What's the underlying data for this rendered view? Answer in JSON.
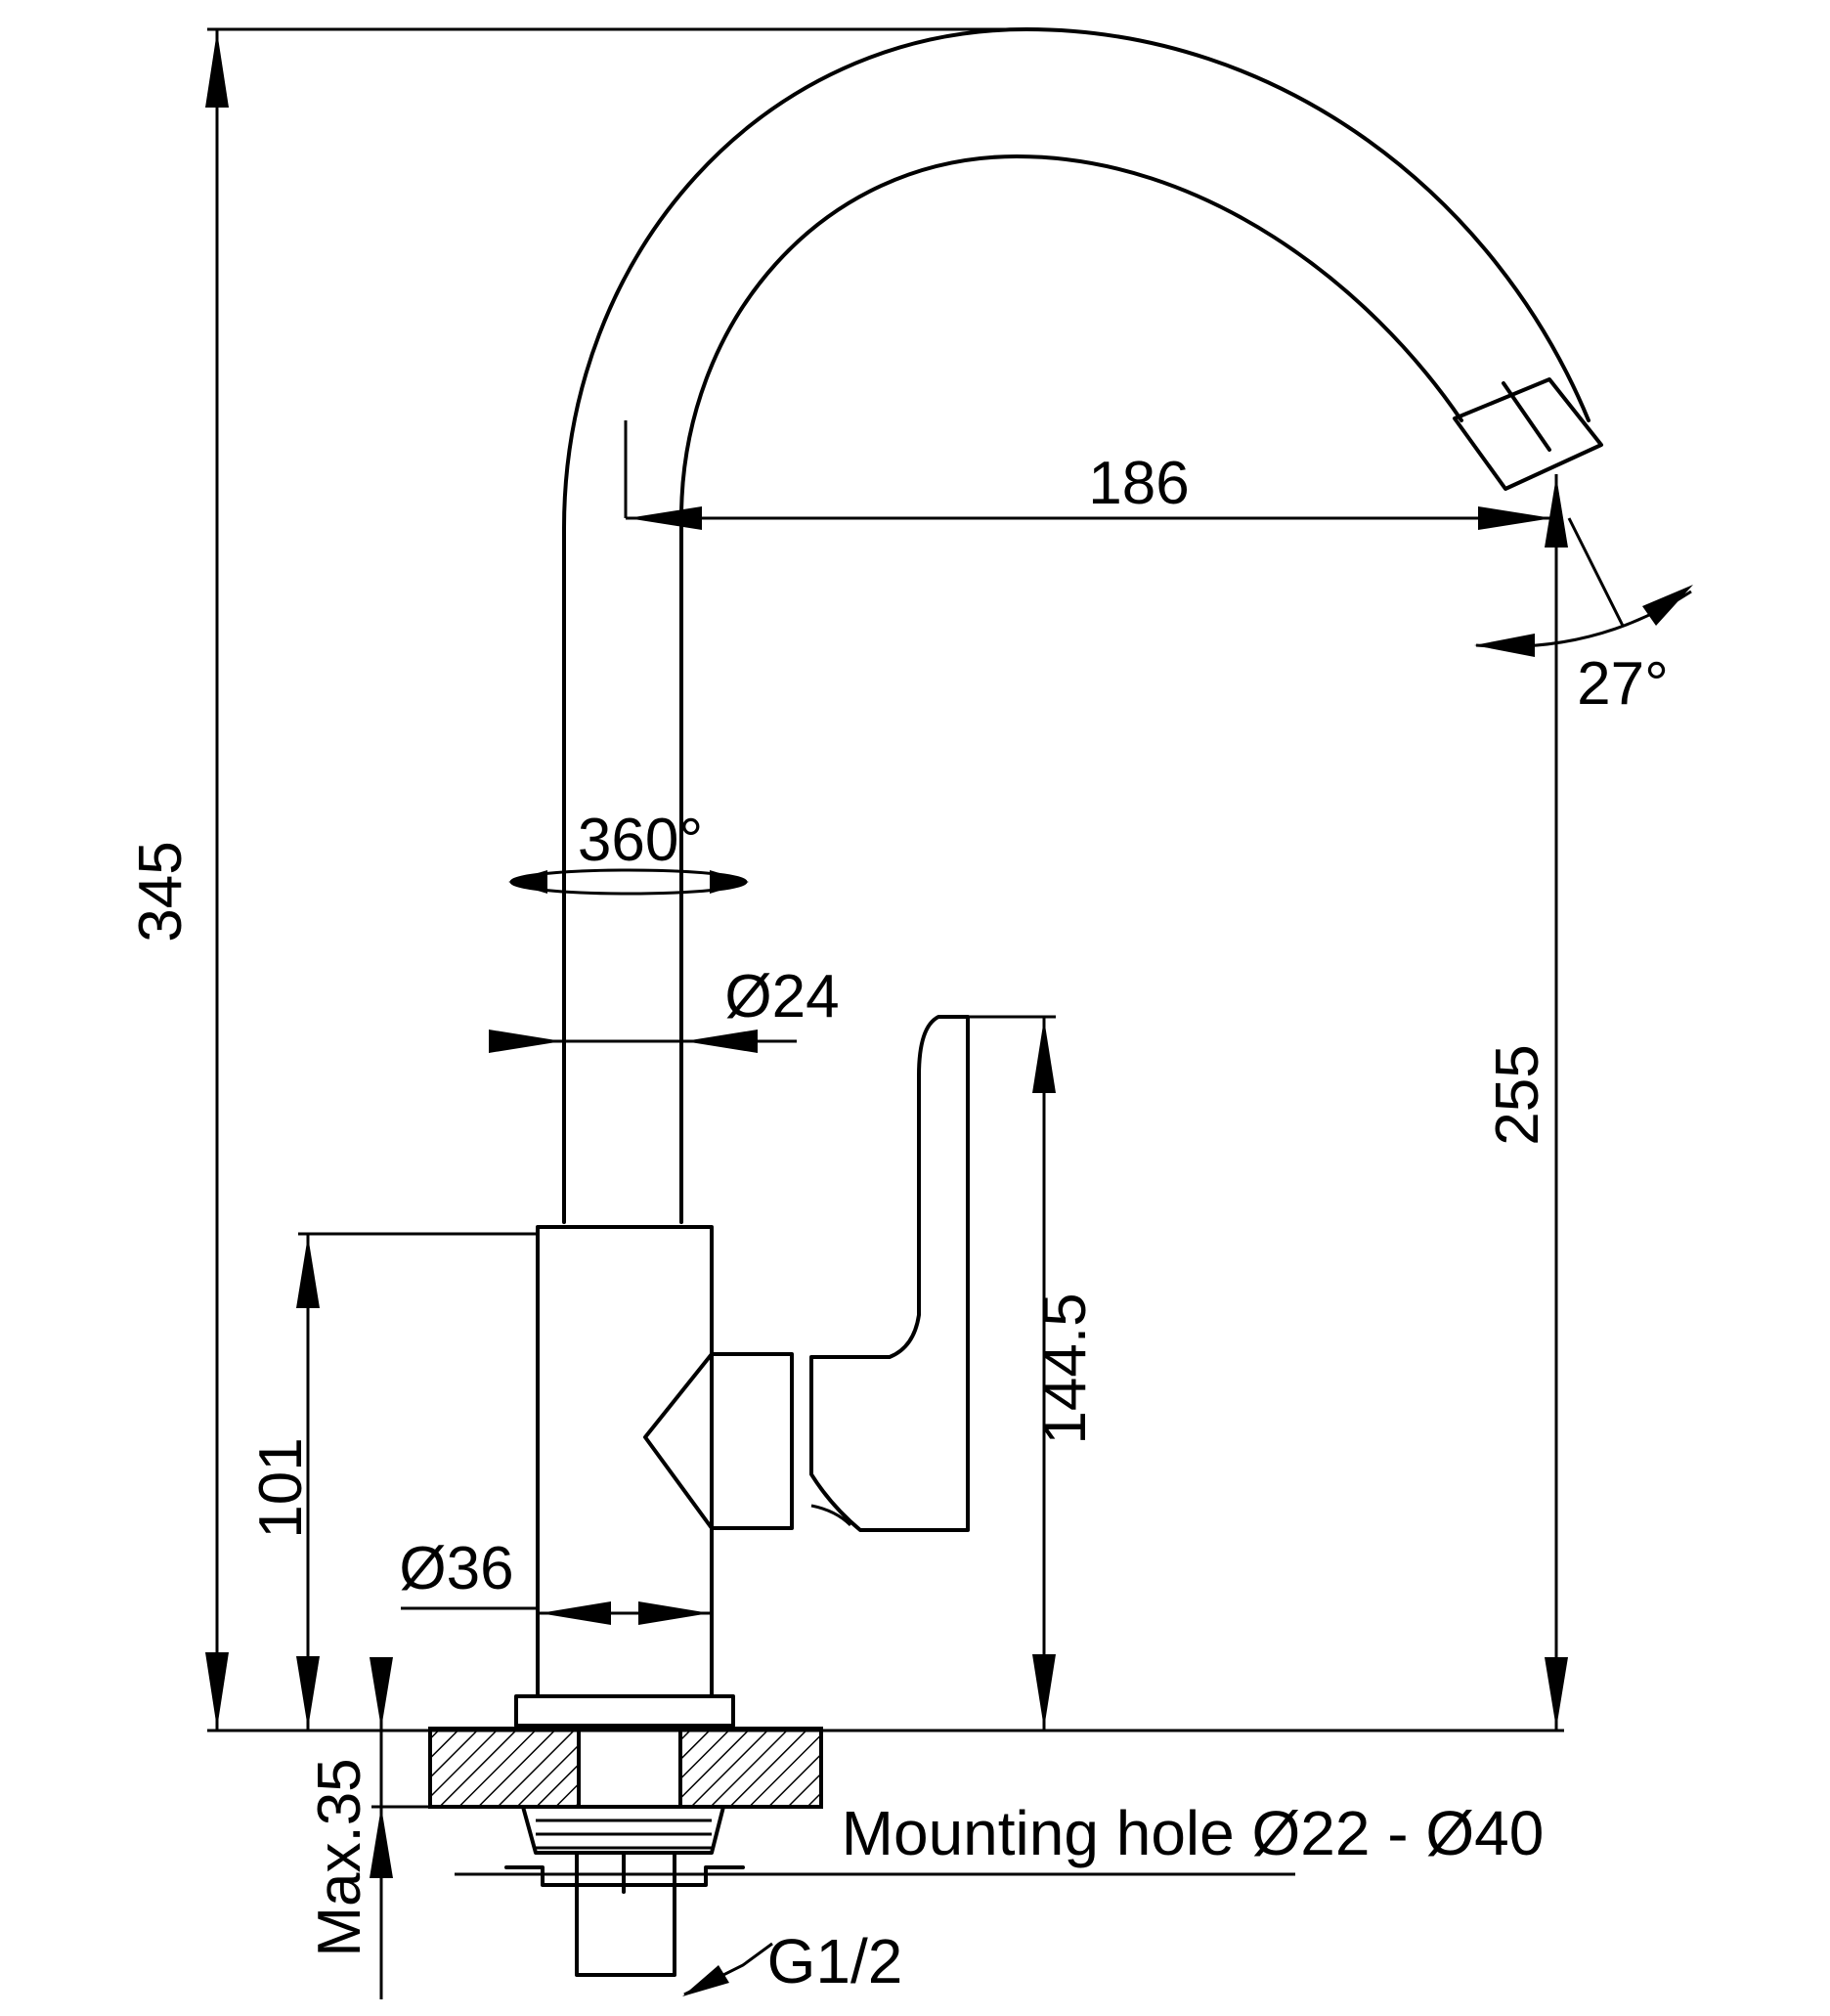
{
  "dimensions": {
    "total_height": "345",
    "spout_reach": "186",
    "spout_height": "255",
    "body_height": "101",
    "lever_height": "144.5",
    "spout_diameter": "Ø24",
    "body_diameter": "Ø36",
    "spout_swivel": "360°",
    "spout_tilt": "27°",
    "max_deck_thickness": "Max.35"
  },
  "notes": {
    "mounting_hole": "Mounting hole Ø22 - Ø40",
    "thread": "G1/2"
  }
}
